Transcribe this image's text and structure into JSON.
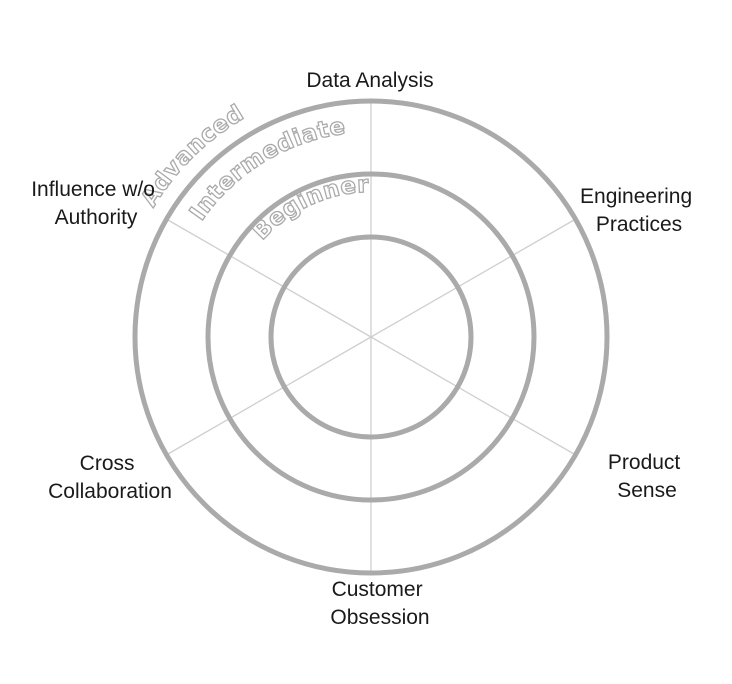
{
  "levels": [
    "Beginner",
    "Intermediate",
    "Advanced"
  ],
  "axes": [
    {
      "lines": [
        "Data Analysis"
      ]
    },
    {
      "lines": [
        "Engineering",
        "Practices"
      ]
    },
    {
      "lines": [
        "Product",
        "Sense"
      ]
    },
    {
      "lines": [
        "Customer",
        "Obsession"
      ]
    },
    {
      "lines": [
        "Cross",
        "Collaboration"
      ]
    },
    {
      "lines": [
        "Influence w/o",
        "Authority"
      ]
    }
  ],
  "colors": {
    "ring": "#aaaaaa",
    "spoke": "#cfcfcf",
    "label": "#1a1a1a"
  }
}
